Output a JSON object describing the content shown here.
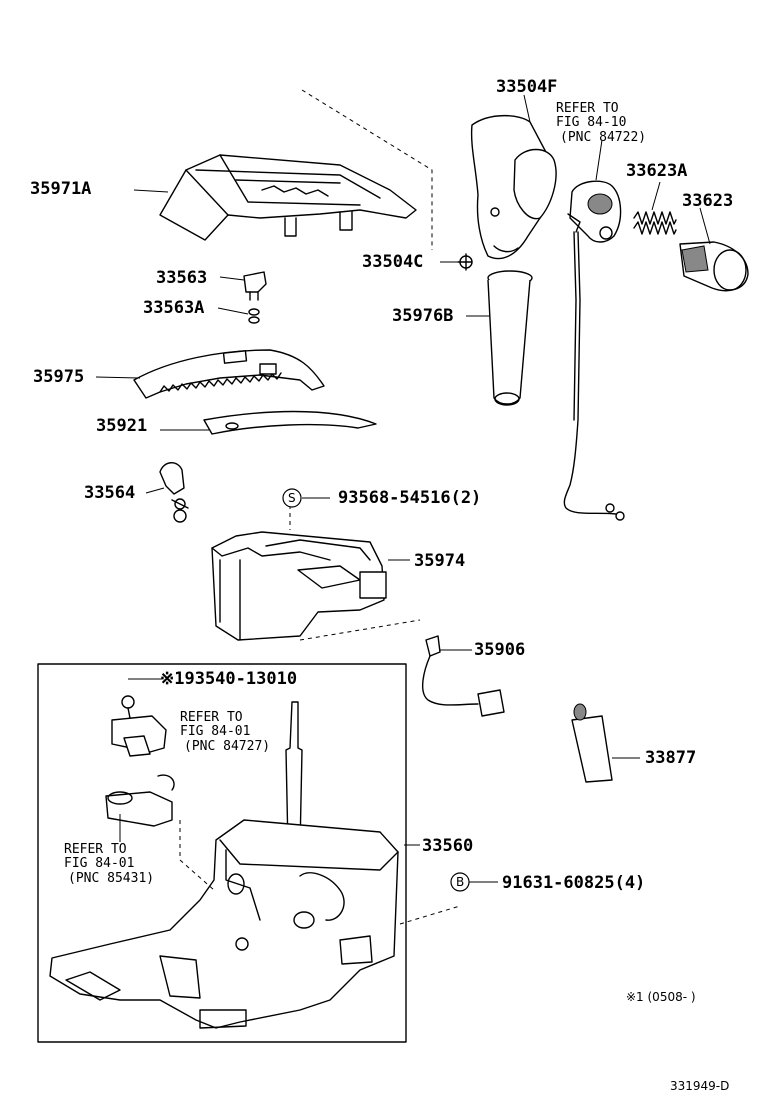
{
  "labels": {
    "p33504F": "33504F",
    "refer_fig_84_10_line1": "REFER TO",
    "refer_fig_84_10_line2": "FIG 84-10",
    "refer_fig_84_10_line3": "(PNC 84722)",
    "p33623A": "33623A",
    "p33623": "33623",
    "p35971A": "35971A",
    "p33504C": "33504C",
    "p33563": "33563",
    "p33563A": "33563A",
    "p35976B": "35976B",
    "p35975": "35975",
    "p35921": "35921",
    "p33564": "33564",
    "s_marker": "S",
    "p93568": "93568-54516(2)",
    "p35974": "35974",
    "p35906": "35906",
    "p193540": "※193540-13010",
    "refer_fig_84_01a_line1": "REFER TO",
    "refer_fig_84_01a_line2": "FIG 84-01",
    "refer_fig_84_01a_line3": "(PNC 84727)",
    "p33877": "33877",
    "p33560": "33560",
    "refer_fig_84_01b_line1": "REFER TO",
    "refer_fig_84_01b_line2": "FIG 84-01",
    "refer_fig_84_01b_line3": "(PNC 85431)",
    "b_marker": "B",
    "p91631": "91631-60825(4)",
    "note": "※1  (0508-     )",
    "figure_id": "331949-D"
  }
}
